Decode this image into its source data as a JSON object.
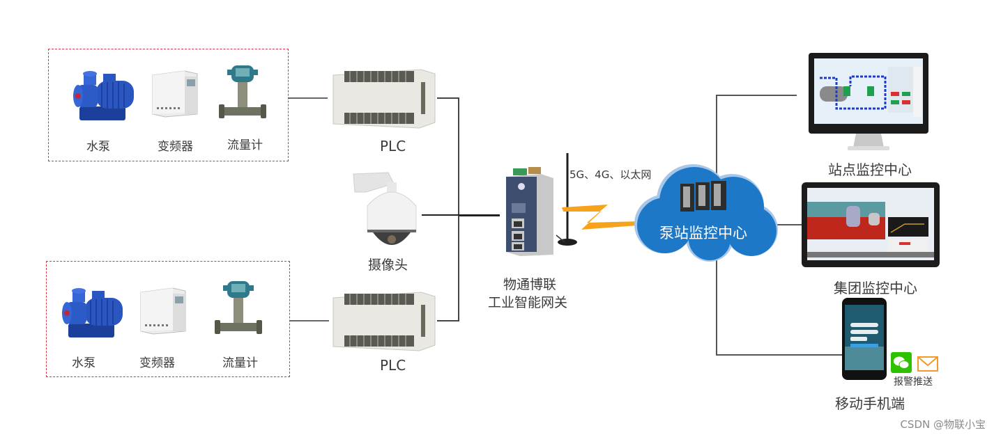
{
  "diagram": {
    "title": "泵站监控系统拓扑",
    "field_groups": [
      {
        "id": "group-top",
        "devices": [
          {
            "icon": "water-pump-icon",
            "label": "水泵"
          },
          {
            "icon": "inverter-icon",
            "label": "变频器"
          },
          {
            "icon": "flowmeter-icon",
            "label": "流量计"
          }
        ],
        "controller": {
          "icon": "plc-icon",
          "label": "PLC"
        }
      },
      {
        "id": "group-bottom",
        "devices": [
          {
            "icon": "water-pump-icon",
            "label": "水泵"
          },
          {
            "icon": "inverter-icon",
            "label": "变频器"
          },
          {
            "icon": "flowmeter-icon",
            "label": "流量计"
          }
        ],
        "controller": {
          "icon": "plc-icon",
          "label": "PLC"
        }
      }
    ],
    "camera": {
      "icon": "dome-camera-icon",
      "label": "摄像头"
    },
    "gateway": {
      "icon": "industrial-gateway-icon",
      "label_line1": "物通博联",
      "label_line2": "工业智能网关"
    },
    "network_label": "5G、4G、以太网",
    "cloud": {
      "icon": "server-cloud-icon",
      "label": "泵站监控中心",
      "color": "#1e78c8"
    },
    "clients": [
      {
        "icon": "desktop-monitor-icon",
        "label": "站点监控中心"
      },
      {
        "icon": "tablet-screen-icon",
        "label": "集团监控中心"
      },
      {
        "icon": "smartphone-icon",
        "label": "移动手机端"
      }
    ],
    "alert_push": {
      "label": "报警推送",
      "icons": [
        "wechat-icon",
        "email-icon"
      ],
      "wechat_color": "#2dc100",
      "email_color": "#f39a2b"
    },
    "accent_dash_color": "#d9363e",
    "lightning_color": "#f7a21b"
  },
  "watermark": "CSDN @物联小宝"
}
